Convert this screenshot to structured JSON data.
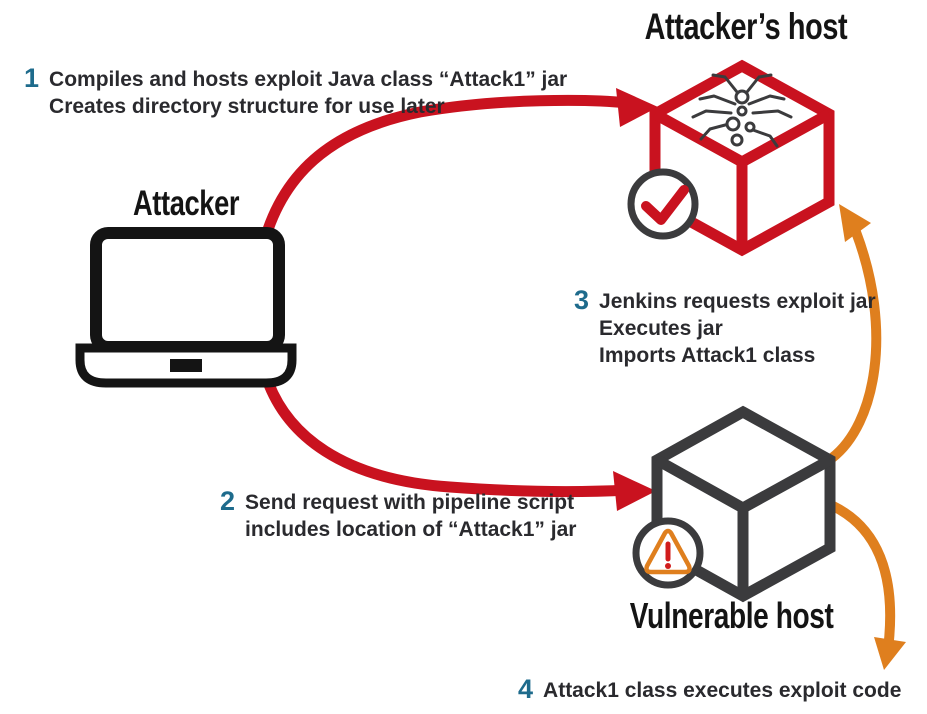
{
  "diagram": {
    "title_attackers_host": "Attacker’s host",
    "title_attacker": "Attacker",
    "title_vulnerable_host": "Vulnerable host"
  },
  "steps": [
    {
      "number": "1",
      "lines": [
        "Compiles and hosts exploit Java class “Attack1” jar",
        "Creates directory structure for use later"
      ]
    },
    {
      "number": "2",
      "lines": [
        "Send request with pipeline script",
        "includes location of “Attack1” jar"
      ]
    },
    {
      "number": "3",
      "lines": [
        "Jenkins requests exploit jar",
        "Executes jar",
        "Imports Attack1 class"
      ]
    },
    {
      "number": "4",
      "lines": [
        "Attack1 class executes exploit code"
      ]
    }
  ],
  "colors": {
    "red": "#c9121f",
    "orange": "#df7f1e",
    "step_number_teal": "#1e6b8c",
    "dark_gray": "#3b3b3d",
    "black": "#141414",
    "text": "#2a2a2e"
  }
}
